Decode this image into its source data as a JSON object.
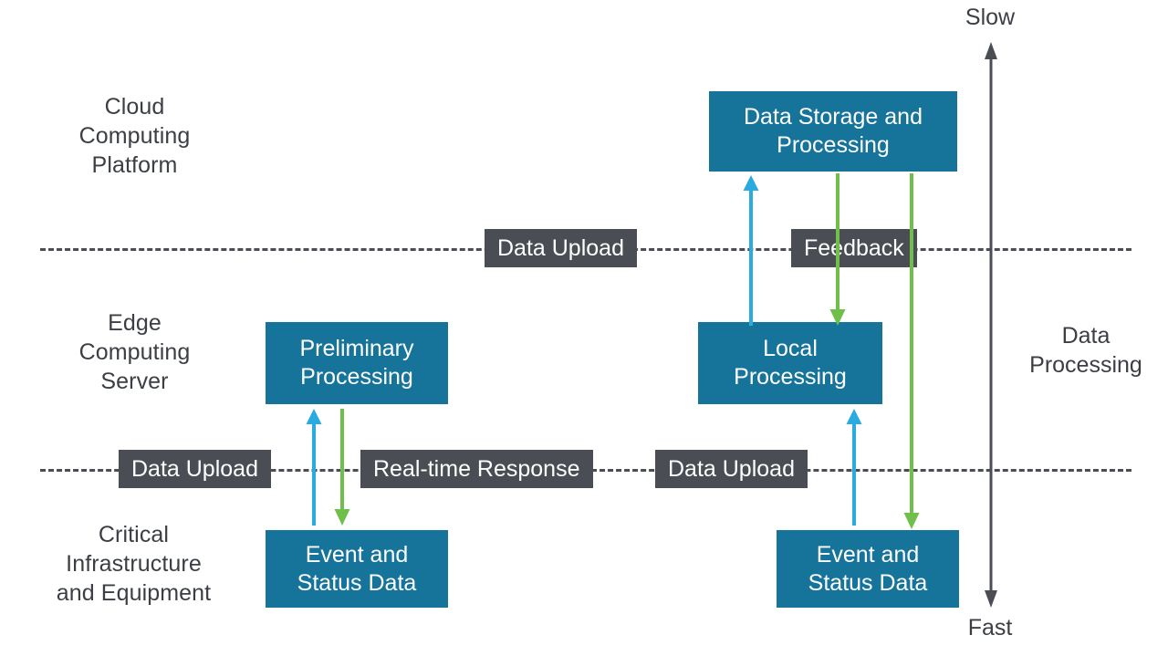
{
  "diagram": {
    "title": "Edge Computing Layered Data Flow",
    "colors": {
      "background": "#ffffff",
      "process_box": "#16749b",
      "flow_chip": "#4a4e54",
      "text_dark": "#3b3f45",
      "arrow_up": "#29abe2",
      "arrow_down": "#70bf4a",
      "axis": "#4a4e54",
      "dashed_line": "#4a4e54"
    },
    "tiers": [
      {
        "id": "cloud",
        "label": "Cloud\nComputing\nPlatform"
      },
      {
        "id": "edge",
        "label": "Edge\nComputing\nServer"
      },
      {
        "id": "field",
        "label": "Critical\nInfrastructure\nand Equipment"
      }
    ],
    "boxes": [
      {
        "id": "data-storage-and-processing",
        "label": "Data Storage and\nProcessing",
        "tier": "cloud"
      },
      {
        "id": "preliminary-processing",
        "label": "Preliminary\nProcessing",
        "tier": "edge"
      },
      {
        "id": "local-processing",
        "label": "Local\nProcessing",
        "tier": "edge"
      },
      {
        "id": "event-and-status-data-left",
        "label": "Event and\nStatus Data",
        "tier": "field"
      },
      {
        "id": "event-and-status-data-right",
        "label": "Event and\nStatus Data",
        "tier": "field"
      }
    ],
    "flow_labels": [
      {
        "id": "data-upload-cloud",
        "label": "Data Upload",
        "boundary": "cloud-edge"
      },
      {
        "id": "feedback",
        "label": "Feedback",
        "boundary": "cloud-edge"
      },
      {
        "id": "data-upload-left",
        "label": "Data Upload",
        "boundary": "edge-field"
      },
      {
        "id": "real-time-response",
        "label": "Real-time Response",
        "boundary": "edge-field"
      },
      {
        "id": "data-upload-right",
        "label": "Data Upload",
        "boundary": "edge-field"
      }
    ],
    "arrows": [
      {
        "id": "upload-edge-to-cloud",
        "direction": "up",
        "color": "#29abe2"
      },
      {
        "id": "feedback-cloud-to-edge",
        "direction": "down",
        "color": "#70bf4a"
      },
      {
        "id": "feedback-cloud-to-field",
        "direction": "down",
        "color": "#70bf4a"
      },
      {
        "id": "upload-field-to-edge-left",
        "direction": "up",
        "color": "#29abe2"
      },
      {
        "id": "response-edge-to-field-left",
        "direction": "down",
        "color": "#70bf4a"
      },
      {
        "id": "upload-field-to-edge-right",
        "direction": "up",
        "color": "#29abe2"
      }
    ],
    "axis": {
      "top_label": "Slow",
      "bottom_label": "Fast",
      "side_label": "Data\nProcessing"
    }
  }
}
